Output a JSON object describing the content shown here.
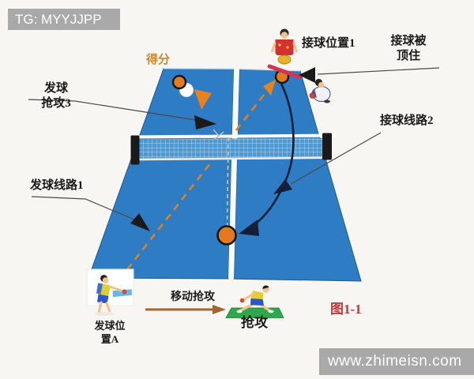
{
  "watermarks": {
    "top_left": "TG: MYYJJPP",
    "bottom_right": "www.zhimeisn.com"
  },
  "labels": {
    "score": "得分",
    "serve_attack3_line1": "发球",
    "serve_attack3_line2": "抢攻3",
    "serve_line1": "发球线路1",
    "receive_pos1": "接球位置1",
    "receive_blocked_line1": "接球被",
    "receive_blocked_line2": "顶住",
    "receive_line2": "接球线路2",
    "move_attack": "移动抢攻",
    "attack": "抢攻",
    "serve_pos_line1": "发球位",
    "serve_pos_line2": "置A",
    "figure_caption": "图1-1"
  },
  "colors": {
    "background": "#f7f6f2",
    "table_blue": "#2e7cc3",
    "net_blue": "#4f98d0",
    "net_post_black": "#1a1a1a",
    "ball_orange": "#e47a1e",
    "serve_line_orange": "#e0821c",
    "receive_curve_navy": "#131f38",
    "racket_red": "#d5344e",
    "move_arrow_brown": "#a5642d",
    "mat_green": "#2fa84d",
    "score_text_orange": "#cf8628",
    "figure_caption_red": "#c23b3b",
    "watermark_gray": "#a9a9a9"
  },
  "icons": {
    "receiver-player-icon": "cartoon player in red shirt at receive position 1",
    "blocked-player-icon": "crouching cartoon player being jammed",
    "server-player-icon": "cartoon player serving at position A",
    "attacker-player-icon": "cartoon player lunging on green mat",
    "ball-icon": "orange table-tennis ball",
    "white-ball-icon": "white table-tennis ball",
    "racket-icon": "red racket blocking the ball",
    "net-icon": "table-tennis net with posts"
  }
}
